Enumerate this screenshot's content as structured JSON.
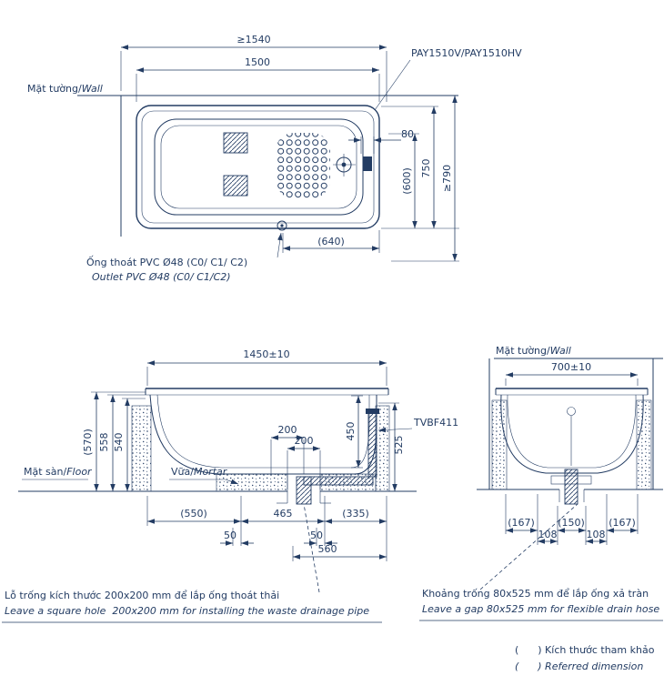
{
  "colors": {
    "ink": "#233c63",
    "background": "#ffffff"
  },
  "top_view": {
    "dim_min_length": "≥1540",
    "dim_length": "1500",
    "model_label": "PAY1510V/PAY1510HV",
    "wall_label_vi": "Mặt tường/",
    "wall_label_en": "Wall",
    "dim_80": "80",
    "dim_600": "(600)",
    "dim_750": "750",
    "dim_min_width": "≥790",
    "dim_640": "(640)",
    "outlet_note_vi": "Ống thoát PVC Ø48 (C0/ C1/ C2)",
    "outlet_note_en": "Outlet PVC Ø48 (C0/ C1/C2)"
  },
  "side_view": {
    "dim_length": "1450±10",
    "dim_570": "(570)",
    "dim_558": "558",
    "dim_540": "540",
    "dim_450": "450",
    "dim_525": "525",
    "part_label": "TVBF411",
    "floor_label_vi": "Mặt sàn/",
    "floor_label_en": "Floor",
    "mortar_label_vi": "Vữa/",
    "mortar_label_en": "Mortar",
    "dim_200_a": "200",
    "dim_200_b": "200",
    "dim_550": "(550)",
    "dim_465": "465",
    "dim_335": "(335)",
    "dim_50_a": "50",
    "dim_50_b": "50",
    "dim_560": "560",
    "hole_note_vi": "Lỗ trống kích thước 200x200 mm để lắp ống thoát thải",
    "hole_note_en": "Leave a square hole  200x200 mm for installing the waste drainage pipe"
  },
  "end_view": {
    "wall_label_vi": "Mặt tường/",
    "wall_label_en": "Wall",
    "dim_width": "700±10",
    "dim_167_a": "(167)",
    "dim_108_a": "108",
    "dim_150": "(150)",
    "dim_108_b": "108",
    "dim_167_b": "(167)",
    "gap_note_vi": "Khoảng trống 80x525 mm để lắp ống xả tràn",
    "gap_note_en": "Leave a gap 80x525 mm for flexible drain hose"
  },
  "legend": {
    "ref_dim_vi": "(      ) Kích thước tham khảo",
    "ref_dim_en": "(      ) Referred dimension"
  }
}
